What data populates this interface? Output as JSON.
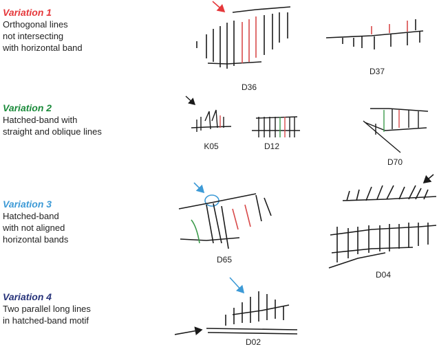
{
  "colors": {
    "variation_1": "#e5383b",
    "variation_2": "#1a8a3a",
    "variation_3": "#3d9ad6",
    "variation_4": "#27337a",
    "line": "#1a1a1a",
    "red_line": "#d84a4a",
    "green_line": "#3a9a4a",
    "arrow_red": "#e5383b",
    "arrow_blue": "#3d9ad6",
    "arrow_dark": "#1a1a1a"
  },
  "variations": [
    {
      "title": "Variation 1",
      "description": "Orthogonal lines\nnot intersecting\nwith horizontal band"
    },
    {
      "title": "Variation 2",
      "description": "Hatched-band with\nstraight and oblique lines"
    },
    {
      "title": "Variation 3",
      "description": "Hatched-band\nwith not aligned\nhorizontal bands"
    },
    {
      "title": "Variation 4",
      "description": "Two parallel long lines\nin hatched-band motif"
    }
  ],
  "figures": {
    "d36": "D36",
    "d37": "D37",
    "k05": "K05",
    "d12": "D12",
    "d70": "D70",
    "d65": "D65",
    "d04": "D04",
    "d02": "D02"
  }
}
